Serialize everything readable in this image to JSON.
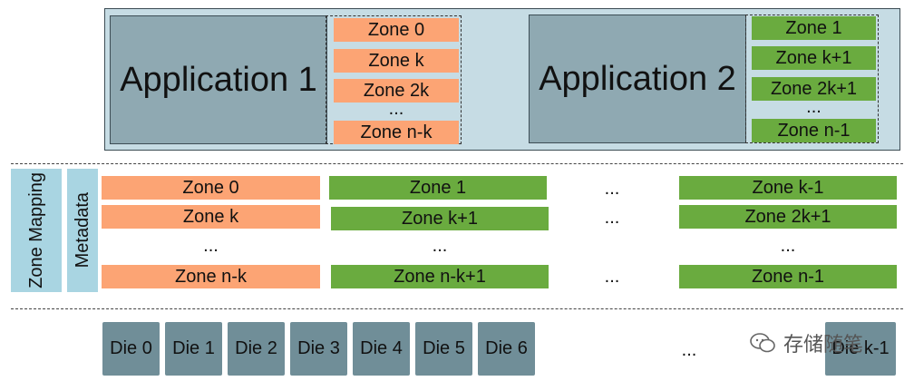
{
  "applications": [
    {
      "title": "Application 1",
      "zones": [
        "Zone 0",
        "Zone k",
        "Zone 2k",
        "...",
        "Zone n-k"
      ]
    },
    {
      "title": "Application 2",
      "zones": [
        "Zone 1",
        "Zone k+1",
        "Zone 2k+1",
        "...",
        "Zone n-1"
      ]
    }
  ],
  "side_labels": {
    "zone_mapping": "Zone Mapping",
    "metadata": "Metadata"
  },
  "mapping_columns": [
    {
      "rows": [
        "Zone 0",
        "Zone k",
        "...",
        "Zone n-k"
      ]
    },
    {
      "rows": [
        "Zone 1",
        "Zone k+1",
        "...",
        "Zone n-k+1"
      ]
    },
    {
      "rows": [
        "...",
        "...",
        "",
        "..."
      ]
    },
    {
      "rows": [
        "Zone k-1",
        "Zone 2k+1",
        "...",
        "Zone n-1"
      ]
    }
  ],
  "dies": [
    "Die 0",
    "Die 1",
    "Die 2",
    "Die 3",
    "Die 4",
    "Die 5",
    "Die 6",
    "...",
    "Die k-1"
  ],
  "watermark": {
    "icon": "wechat-icon",
    "text": "存储随笔"
  },
  "colors": {
    "orange": "#fca474",
    "green": "#6aab3f",
    "app_box": "#8fa9b2",
    "container": "#c6dce4",
    "die": "#708e98",
    "side_label": "#a9d5e2"
  }
}
